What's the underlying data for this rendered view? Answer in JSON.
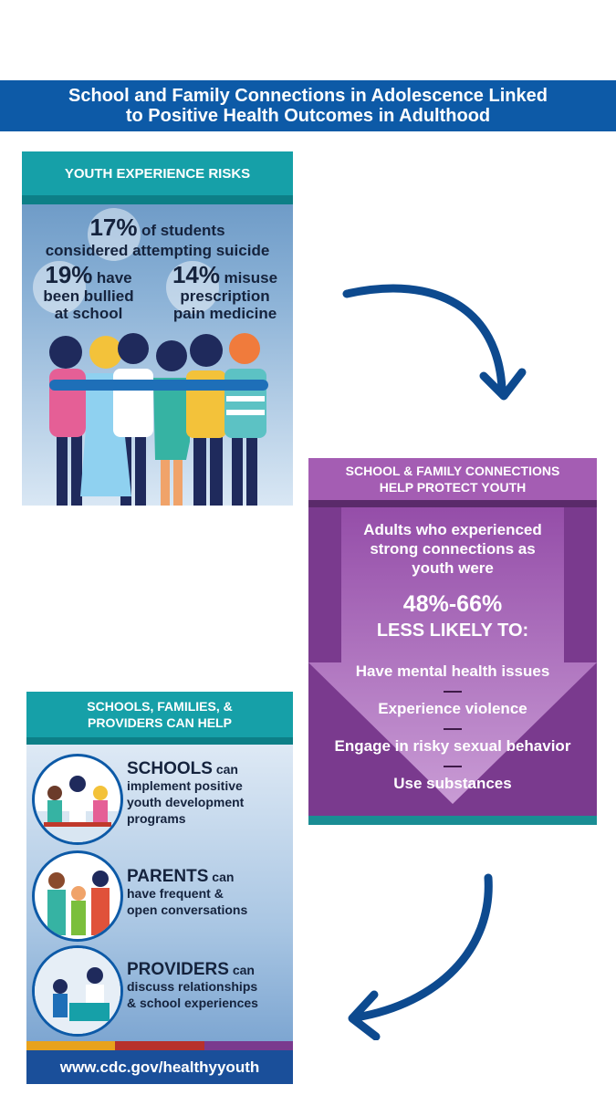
{
  "banner": {
    "line1": "School and Family Connections in Adolescence Linked",
    "line2": "to Positive Health Outcomes in Adulthood"
  },
  "risks_panel": {
    "heading": "YOUTH EXPERIENCE RISKS",
    "stat1": {
      "value": "17%",
      "line1": "of students",
      "line2": "considered attempting suicide"
    },
    "stat2": {
      "value": "19%",
      "line1": "have",
      "line2": "been bullied",
      "line3": "at school"
    },
    "stat3": {
      "value": "14%",
      "line1": "misuse",
      "line2": "prescription",
      "line3": "pain medicine"
    }
  },
  "protect_panel": {
    "heading_line1": "SCHOOL & FAMILY CONNECTIONS",
    "heading_line2": "HELP PROTECT YOUTH",
    "intro_line1": "Adults who experienced",
    "intro_line2": "strong connections as",
    "intro_line3": "youth were",
    "range": "48%-66%",
    "less_likely": "LESS LIKELY TO:",
    "outcomes": [
      "Have mental health issues",
      "Experience violence",
      "Engage in risky sexual behavior",
      "Use substances"
    ]
  },
  "help_panel": {
    "heading_line1": "SCHOOLS, FAMILIES, &",
    "heading_line2": "PROVIDERS CAN HELP",
    "items": [
      {
        "lead": "SCHOOLS",
        "rest": "can",
        "line2": "implement positive",
        "line3": "youth development",
        "line4": "programs"
      },
      {
        "lead": "PARENTS",
        "rest": "can",
        "line2": "have frequent &",
        "line3": "open conversations",
        "line4": ""
      },
      {
        "lead": "PROVIDERS",
        "rest": "can",
        "line2": "discuss relationships",
        "line3": "& school experiences",
        "line4": ""
      }
    ],
    "url": "www.cdc.gov/healthyyouth"
  },
  "colors": {
    "banner": "#0d5aa7",
    "teal": "#16a0a8",
    "purple": "#6d2f7f",
    "arrow": "#0d4a8f"
  }
}
